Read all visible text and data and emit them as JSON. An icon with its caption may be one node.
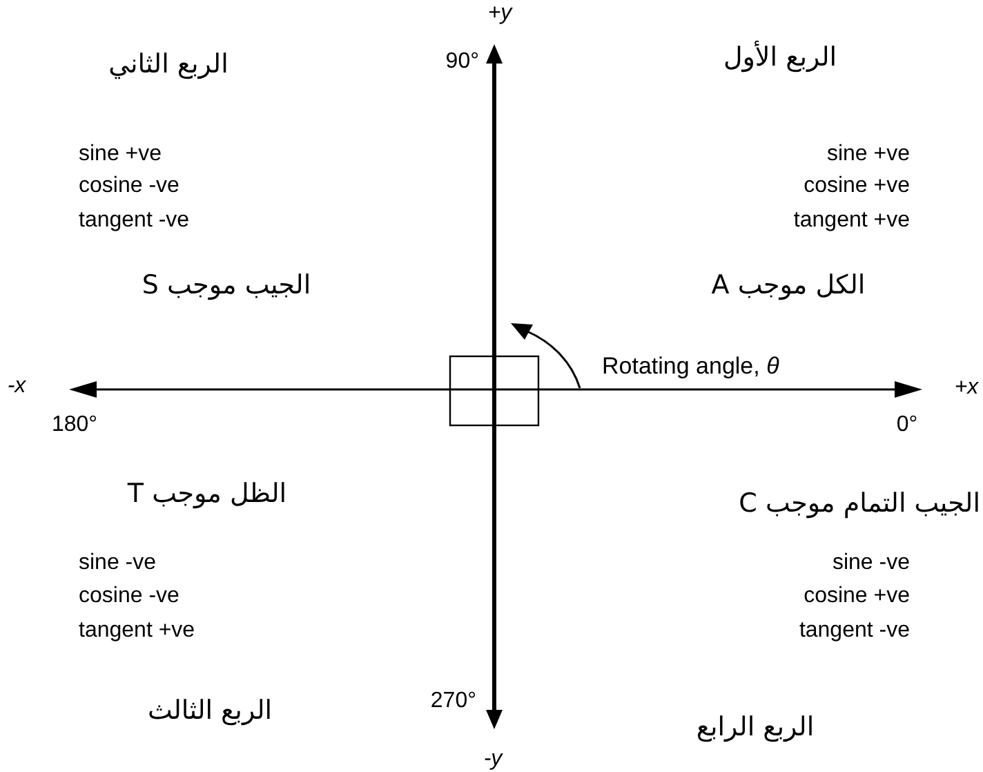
{
  "diagram": {
    "labels": [
      "+y",
      "الربع الثاني",
      "90°",
      "الربع الأول",
      "sine +ve",
      "cosine -ve",
      "tangent -ve",
      "sine +ve",
      "cosine +ve",
      "tangent +ve",
      "الجيب موجب S",
      "الكل موجب A",
      "Rotating angle, *θ*",
      "-x",
      "+x",
      "180°",
      "0°",
      "الظل موجب T",
      "الجيب التمام موجب C",
      "sine -ve",
      "cosine -ve",
      "tangent +ve",
      "sine -ve",
      "cosine +ve",
      "tangent -ve",
      "الربع الثالث",
      "270°",
      "الربع الرابع",
      "-y"
    ]
  }
}
